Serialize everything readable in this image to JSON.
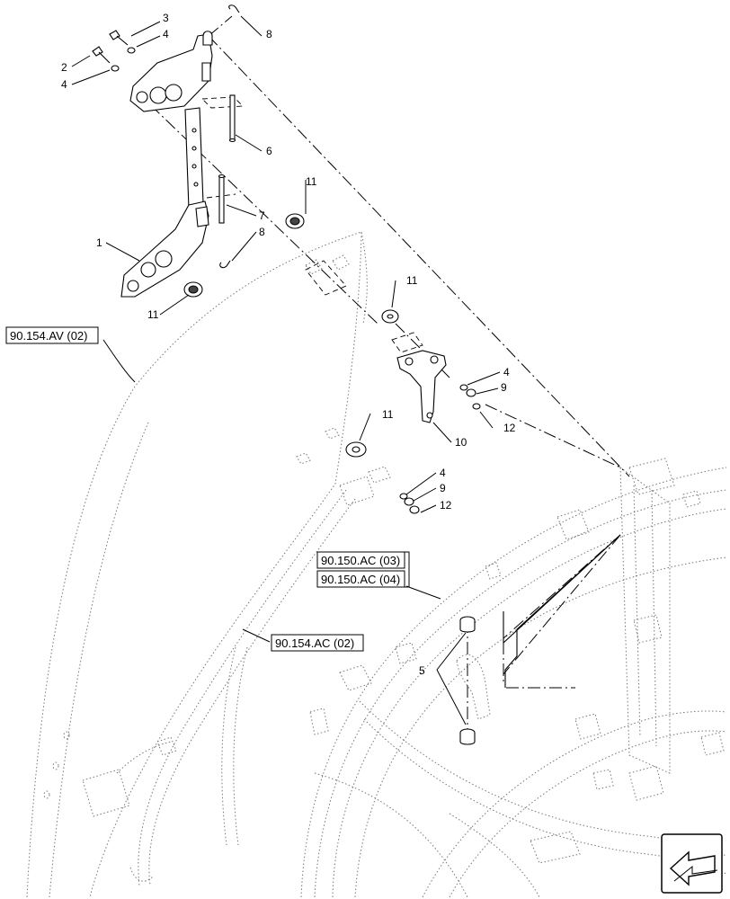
{
  "callouts": {
    "c1": "1",
    "c2": "2",
    "c3": "3",
    "c4a": "4",
    "c4b": "4",
    "c4c": "4",
    "c4d": "4",
    "c5": "5",
    "c6": "6",
    "c7": "7",
    "c8a": "8",
    "c8b": "8",
    "c9a": "9",
    "c9b": "9",
    "c10": "10",
    "c11a": "11",
    "c11b": "11",
    "c11c": "11",
    "c11d": "11",
    "c12a": "12",
    "c12b": "12"
  },
  "references": {
    "ref_av02": "90.154.AV (02)",
    "ref_ac03": "90.150.AC (03)",
    "ref_ac04": "90.150.AC (04)",
    "ref_ac02": "90.154.AC (02)"
  },
  "nav_icon": "arrow-left-icon"
}
